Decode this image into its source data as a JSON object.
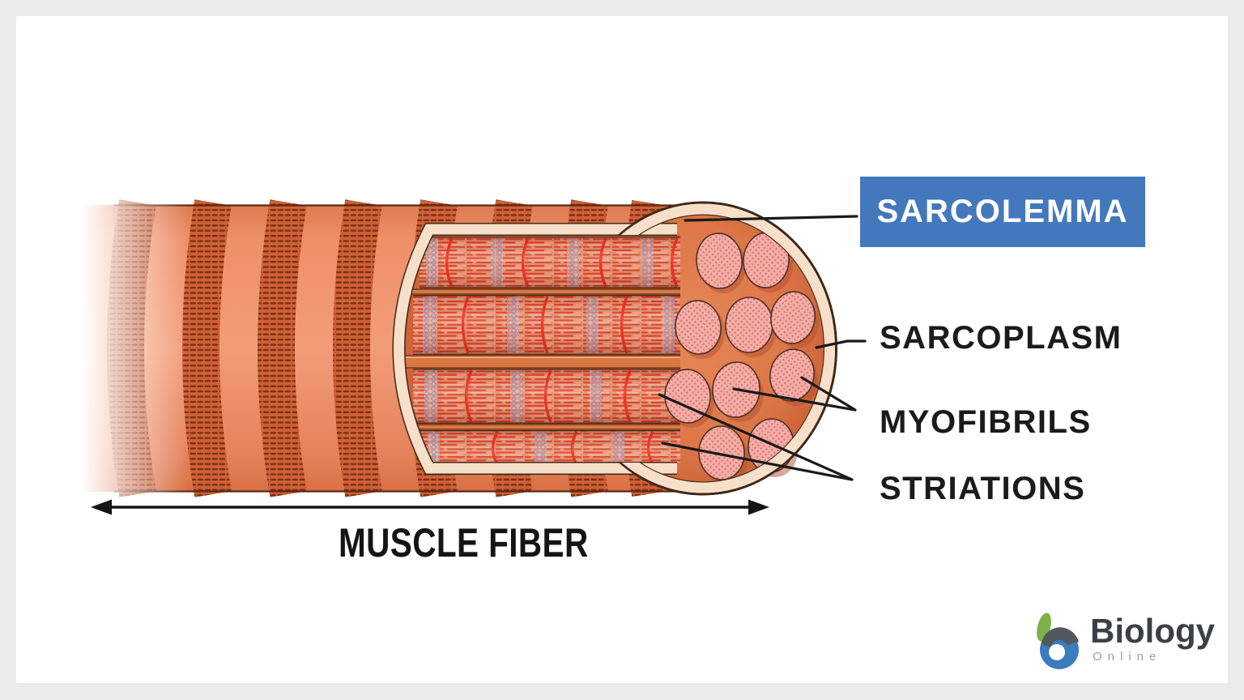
{
  "callouts": {
    "sarcolemma": {
      "label": "SARCOLEMMA"
    },
    "sarcoplasm": {
      "label": "SARCOPLASM"
    },
    "myofibrils": {
      "label": "MYOFIBRILS"
    },
    "striations": {
      "label": "STRIATIONS"
    }
  },
  "dimension": {
    "label": "MUSCLE FIBER"
  },
  "logo": {
    "brand": "Biology",
    "subtitle": "Online"
  },
  "colors": {
    "frame": "#ebebeb",
    "canvas": "#ffffff",
    "callout_box": "#4478BD",
    "callout_box_text": "#ffffff",
    "label_text": "#1b1b1b",
    "leader_line": "#1a1a1a",
    "muscle_base": "#F09B77",
    "striation_band": "#CE6036",
    "striation_dash": "#7A2F16",
    "sarcolemma_cream": "#F7DFC9",
    "sarcoplasm_face": "#DD7747",
    "myofibril_pink": "#F3AEA8",
    "myofibril_red": "#E23A26",
    "logo_green": "#7CB347",
    "logo_gray": "#4E555B",
    "logo_blue": "#3B7BBF"
  }
}
